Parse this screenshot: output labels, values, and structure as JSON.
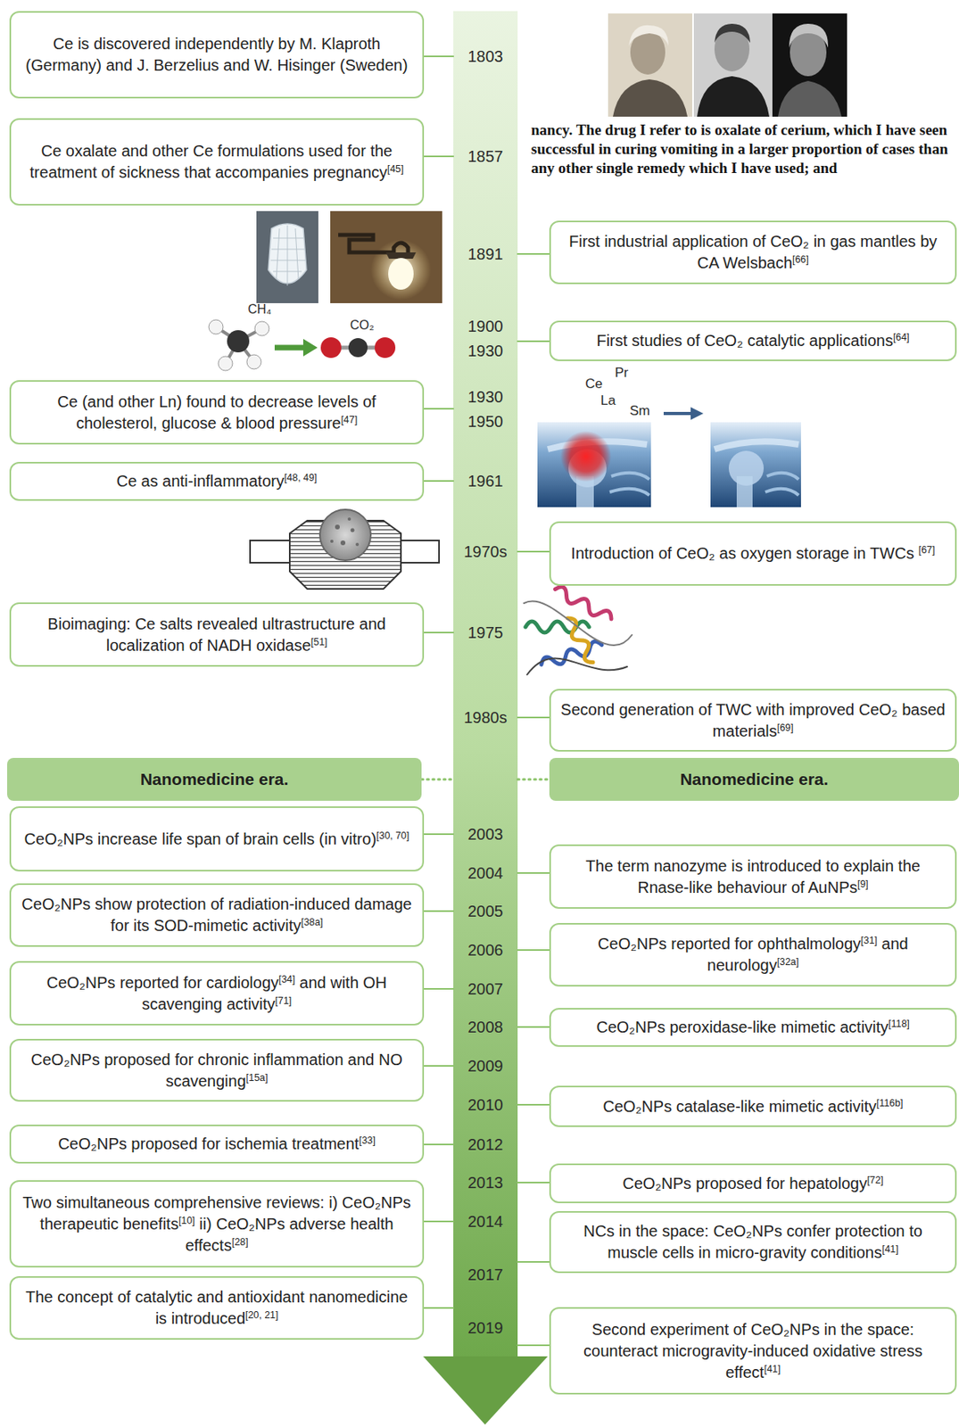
{
  "diagram": {
    "nodes": [
      {
        "text": [
          "Ce is discovered independently by M. Klaproth (Germany) and J. Berzelius and W. Hisinger (Sweden)"
        ]
      },
      {
        "text": [
          "Ce oxalate and other Ce formulations used for the treatment of sickness that accompanies pregnancy[45]"
        ]
      },
      {
        "text": [
          "First industrial application of CeO₂ in gas mantles by CA Welsbach[66]"
        ]
      },
      {
        "text": [
          "First studies of CeO₂ catalytic applications[64]"
        ]
      },
      {
        "text": [
          "Ce (and other Ln) found to decrease levels of cholesterol, glucose & blood pressure[47]"
        ]
      },
      {
        "text": [
          "Ce as anti-inflammatory[48, 49]"
        ]
      },
      {
        "text": [
          "Introduction of CeO₂ as oxygen storage in TWCs [67]"
        ]
      },
      {
        "text": [
          "Bioimaging: Ce salts revealed ultrastructure and localization of NADH oxidase[51]"
        ]
      },
      {
        "text": [
          "Second generation of TWC with improved CeO₂ based materials[69]"
        ]
      },
      {
        "text": [
          "Nanomedicine era."
        ]
      },
      {
        "text": [
          "Nanomedicine era."
        ]
      },
      {
        "text": [
          "CeO₂NPs increase life span of brain cells (in vitro)[30, 70]"
        ]
      },
      {
        "text": [
          "The term nanozyme is introduced to explain the Rnase-like behaviour of AuNPs[9]"
        ]
      },
      {
        "text": [
          "CeO₂NPs show protection of radiation-induced damage for its SOD-mimetic activity[38a]"
        ]
      },
      {
        "text": [
          "CeO₂NPs reported for ophthalmology[31] and neurology[32a]"
        ]
      },
      {
        "text": [
          "CeO₂NPs reported for cardiology[34] and with OH scavenging activity[71]"
        ]
      },
      {
        "text": [
          "CeO₂NPs peroxidase-like mimetic activity[118]"
        ]
      },
      {
        "text": [
          "CeO₂NPs proposed for chronic inflammation and NO scavenging[15a]"
        ]
      },
      {
        "text": [
          "CeO₂NPs catalase-like mimetic activity[116b]"
        ]
      },
      {
        "text": [
          "CeO₂NPs proposed for ischemia treatment[33]"
        ]
      },
      {
        "text": [
          "CeO₂NPs proposed for hepatology[72]"
        ]
      },
      {
        "text": [
          "Two simultaneous comprehensive reviews: i) CeO₂NPs therapeutic benefits[10] ii) CeO₂NPs adverse health effects[28]"
        ]
      },
      {
        "text": [
          "NCs in the space: CeO₂NPs confer protection to muscle cells in micro-gravity conditions[41]"
        ]
      },
      {
        "text": [
          "The concept of catalytic and antioxidant nanomedicine is introduced[20, 21]"
        ]
      },
      {
        "text": [
          "Second experiment of CeO₂NPs in the space: counteract microgravity-induced oxidative stress effect[41]"
        ]
      }
    ],
    "labels": [
      "1803",
      "1857",
      "1891",
      "1900",
      "1930",
      "1930",
      "1950",
      "1961",
      "1970s",
      "1975",
      "1980s",
      "2003",
      "2004",
      "2005",
      "2006",
      "2007",
      "2008",
      "2009",
      "2010",
      "2012",
      "2013",
      "2014",
      "2017",
      "2019",
      "nancy. The drug I refer to is oxalate of cerium, which I have seen successful in curing vomiting in a larger proportion of cases than any other single remedy which I have used; and",
      "CH₄",
      "CO₂",
      "Ce",
      "Pr",
      "La",
      "Sm"
    ]
  }
}
